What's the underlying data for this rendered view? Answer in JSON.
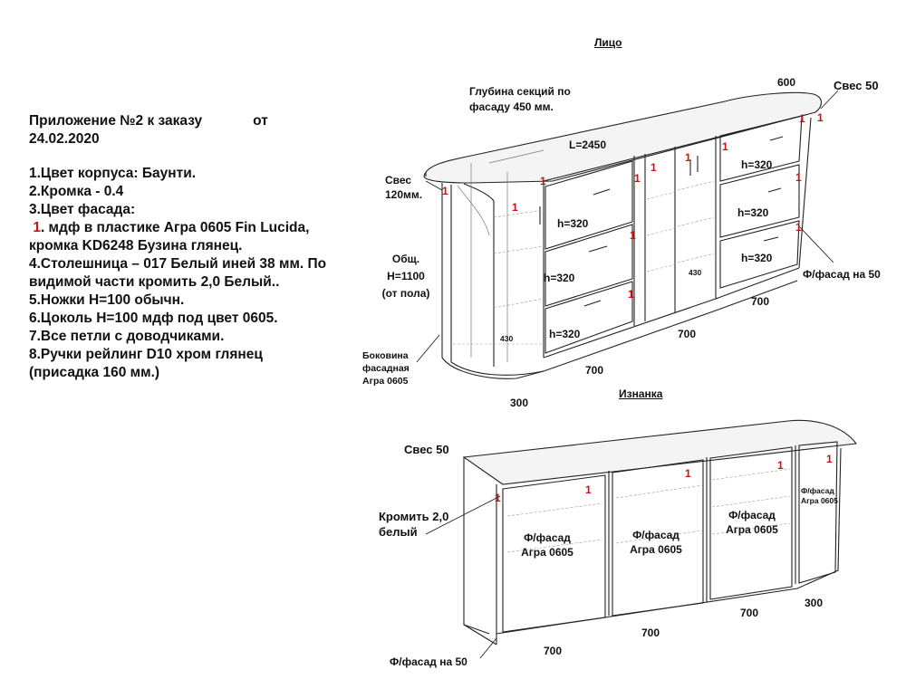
{
  "spec": {
    "title_line1": "Приложение №2 к заказу",
    "title_from": "от",
    "title_line2": "24.02.2020",
    "item1": "1.Цвет корпуса: Баунти.",
    "item2": "2.Кромка - 0.4",
    "item3": "3.Цвет фасада:",
    "item3a_num": "1",
    "item3a_text": ". мдф в пластике Агра 0605 Fin Lucida, кромка KD6248 Бузина глянец.",
    "item4": "4.Столешница – 017 Белый иней 38 мм. По видимой части кромить 2,0 Белый..",
    "item5": "5.Ножки Н=100 обычн.",
    "item6": "6.Цоколь Н=100 мдф под цвет 0605.",
    "item7": "7.Все петли с доводчиками.",
    "item8": "8.Ручки рейлинг D10 хром глянец (присадка 160 мм.)"
  },
  "front": {
    "title": "Лицо",
    "depth_note": "Глубина секций по фасаду 450 мм.",
    "dim_600": "600",
    "overhang_right": "Свес 50",
    "length": "L=2450",
    "overhang_left": "Свес 120мм.",
    "total_height": "Общ. Н=1100 (от пола)",
    "side_panel": "Боковина фасадная Агра 0605",
    "facade_50": "Ф/фасад на 50",
    "h1": "h=320",
    "h2": "h=320",
    "h3": "h=320",
    "h4": "h=320",
    "h5": "h=320",
    "h6": "h=320",
    "dim_430a": "430",
    "dim_430b": "430",
    "dim_700a": "700",
    "dim_700b": "700",
    "dim_700c": "700",
    "dim_300": "300",
    "mark": "1"
  },
  "back": {
    "title": "Изнанка",
    "overhang": "Свес 50",
    "edge_note": "Кромить 2,0 белый",
    "facade1": "Ф/фасад Агра 0605",
    "facade2": "Ф/фасад Агра 0605",
    "facade3": "Ф/фасад Агра 0605",
    "facade_small": "Ф/фасад Агра 0605",
    "dim_300": "300",
    "dim_700a": "700",
    "dim_700b": "700",
    "dim_700c": "700",
    "facade_50": "Ф/фасад на 50",
    "mark": "1"
  }
}
